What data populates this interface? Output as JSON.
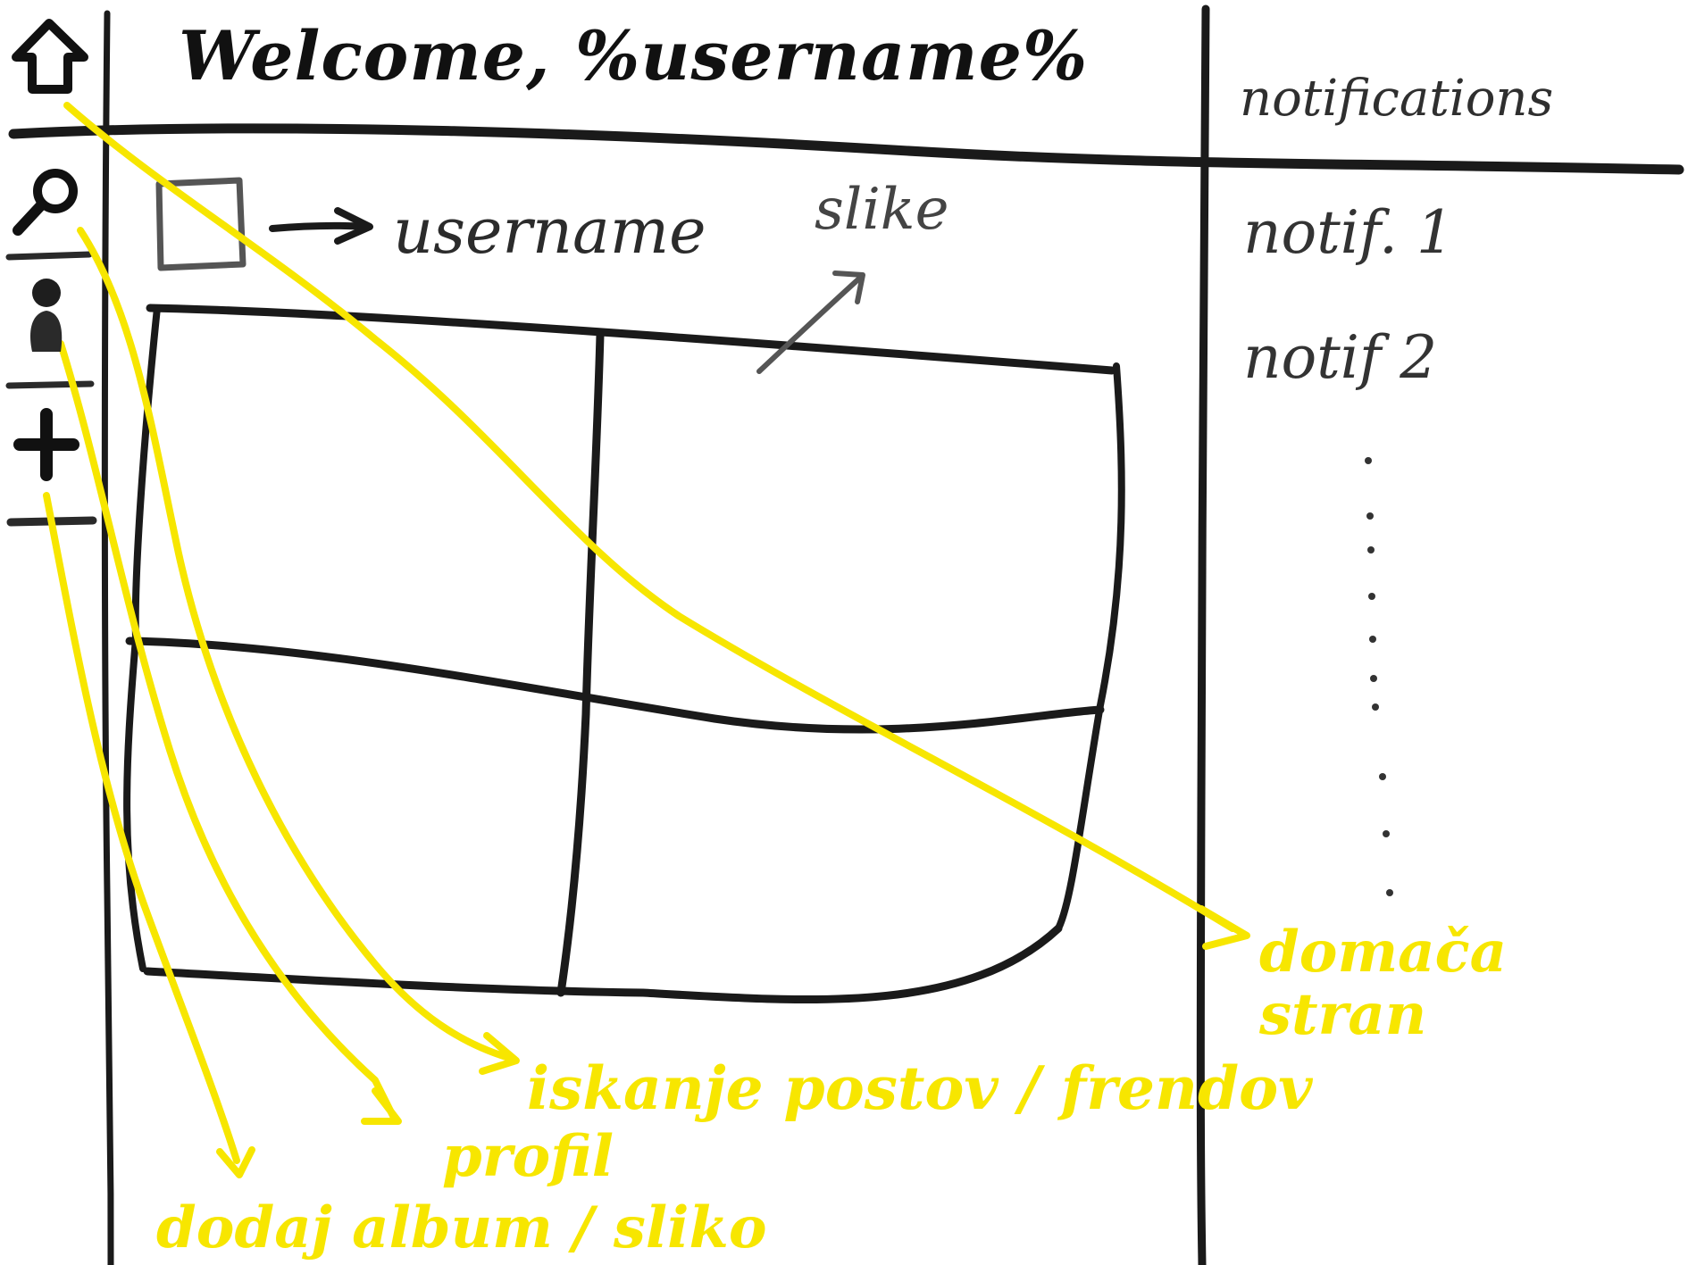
{
  "header": {
    "welcome_text": "Welcome, %username%"
  },
  "sidebar": {
    "items": [
      {
        "icon": "home-icon"
      },
      {
        "icon": "search-icon"
      },
      {
        "icon": "user-icon"
      },
      {
        "icon": "plus-icon"
      }
    ]
  },
  "notifications": {
    "title": "notifications",
    "items": [
      {
        "label": "notif. 1"
      },
      {
        "label": "notif 2"
      }
    ]
  },
  "post": {
    "username": "username",
    "images_label": "slike"
  },
  "annotations": {
    "home": "domača stran",
    "search": "iskanje postov / frendov",
    "profile": "profil",
    "add": "dodaj album / sliko"
  },
  "colors": {
    "ink": "#111111",
    "annotation": "#f7e600"
  }
}
